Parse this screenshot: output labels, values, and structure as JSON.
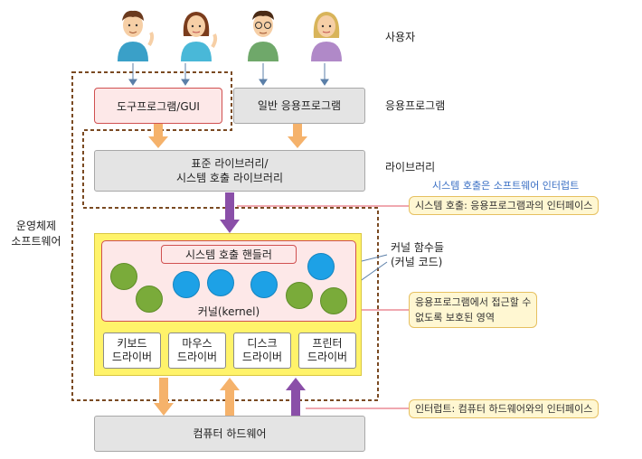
{
  "labels": {
    "users": "사용자",
    "apps": "응용프로그램",
    "libraries": "라이브러리",
    "os_software": "운영체제\n소프트웨어",
    "kernel_functions": "커널 함수들\n(커널 코드)"
  },
  "boxes": {
    "tool_gui": "도구프로그램/GUI",
    "general_app": "일반 응용프로그램",
    "std_lib": "표준 라이브러리/\n시스템 호출 라이브러리",
    "syscall_handler": "시스템 호출 핸들러",
    "kernel": "커널(kernel)",
    "hardware": "컴퓨터 하드웨어"
  },
  "drivers": [
    {
      "label": "키보드\n드라이버"
    },
    {
      "label": "마우스\n드라이버"
    },
    {
      "label": "디스크\n드라이버"
    },
    {
      "label": "프린터\n드라이버"
    }
  ],
  "notes": {
    "syscall_is_interface": "시스템 호출은 소프트웨어 인터럽트",
    "syscall_callout": "시스템 호출: 응용프로그램과의 인터페이스",
    "protected_callout": "응용프로그램에서 접근할 수\n없도록 보호된 영역",
    "interrupt_callout": "인터럽트: 컴퓨터 하드웨어와의 인터페이스"
  },
  "colors": {
    "orange_arrow": "#f5b26b",
    "purple_arrow": "#8a4fa8",
    "yellow_region": "#fff36a",
    "kernel_fill": "#fde8e8",
    "green_circle": "#7aab3a",
    "blue_circle": "#1da1e6",
    "note_blue": "#3a6fc4",
    "dashed_border": "#7a4a22"
  },
  "icons": [
    "user-icon",
    "user-icon",
    "user-icon",
    "user-icon"
  ]
}
